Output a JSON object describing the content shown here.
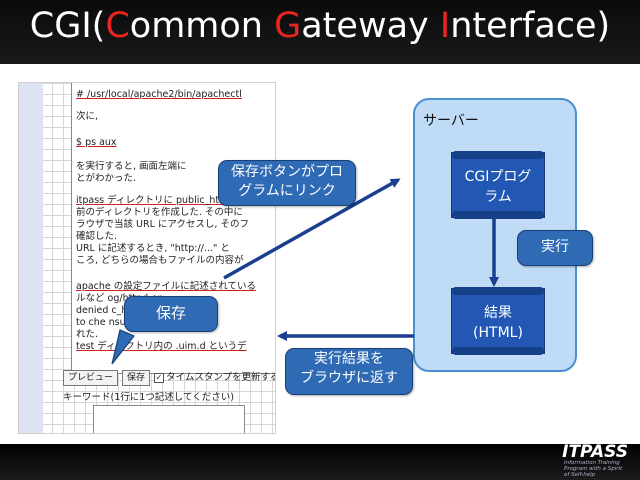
{
  "slide": {
    "title_parts": [
      "CGI(",
      "C",
      "ommon ",
      "G",
      "ateway ",
      "I",
      "nterface)"
    ]
  },
  "screenshot": {
    "lines": [
      "# /usr/local/apache2/bin/apachectl",
      "次に,",
      "$ ps aux",
      "を実行すると, 画面左端に",
      "とがわかった.",
      "itpass ディレクトリに public_html",
      "前のディレクトリを作成した. その中に",
      "ラウザで当該 URL にアクセスし, そのフ",
      "確認した.",
      "URL に記述するとき, \"http://...\" と",
      "ころ, どちらの場合もファイルの内容が",
      "apache の設定ファイルに記述されている",
      "ルなど                    og/httpd-er",
      "denied                    c_html/test",
      "to che                    nsure it is",
      "れた.",
      "test ディレクトリ内の .uim.d というデ"
    ],
    "preview_button": "プレビュー",
    "save_button": "保存",
    "timestamp_checkbox": "タイムスタンプを更新する",
    "keyword_label": "キーワード(1行に1つ記述してください)"
  },
  "callouts": {
    "save_to_program": "保存ボタンがプロ\nグラムにリンク",
    "save": "保存",
    "execute": "実行",
    "return_result": "実行結果を\nブラウザに返す"
  },
  "server": {
    "label": "サーバー",
    "program": "CGIプログ\nラム",
    "result": "結果\n(HTML)"
  },
  "footer": {
    "logo": "ITPASS",
    "tagline": "Information Training Program with a Spirit of Self-help"
  },
  "colors": {
    "accent_red": "#e8251f",
    "callout_blue": "#2f6ab4",
    "server_fill": "#bfdbf6",
    "arrow": "#1a3f8f"
  }
}
